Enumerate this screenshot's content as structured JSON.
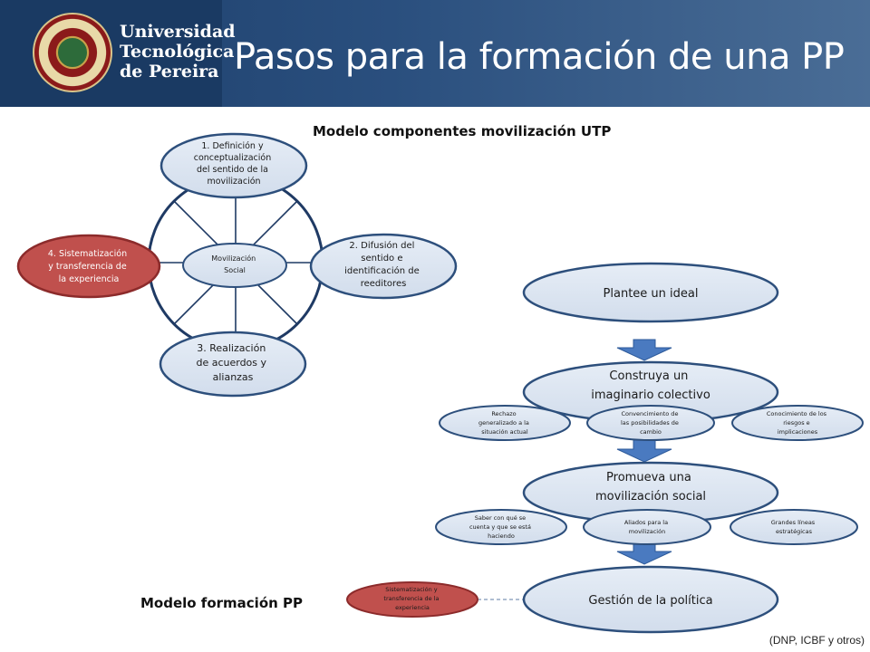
{
  "header": {
    "logo": {
      "line1": "Universidad",
      "line2": "Tecnológica",
      "line3": "de Pereira"
    },
    "title": "Pasos para la formación de una PP"
  },
  "diagram": {
    "top_title": "Modelo componentes movilización UTP",
    "bottom_title": "Modelo formación PP",
    "wheel": {
      "center": [
        "Movilización",
        "Social"
      ],
      "step1": [
        "1. Definición y",
        "conceptualización",
        "del sentido de la",
        "movilización"
      ],
      "step2": [
        "2. Difusión del",
        "sentido e",
        "identificación de",
        "reeditores"
      ],
      "step3": [
        "3. Realización",
        "de acuerdos y",
        "alianzas"
      ],
      "step4": [
        "4. Sistematización",
        "y transferencia de",
        "la experiencia"
      ]
    },
    "flow": {
      "ideal": [
        "Plantee un ideal"
      ],
      "imaginario": [
        "Construya un",
        "imaginario colectivo"
      ],
      "movilizacion": [
        "Promueva una",
        "movilización social"
      ],
      "gestion": [
        "Gestión de la política"
      ],
      "rechazo": [
        "Rechazo",
        "generalizado a la",
        "situación actual"
      ],
      "convencimiento": [
        "Convencimiento de",
        "las posibilidades de",
        "cambio"
      ],
      "conocimiento": [
        "Conocimiento de los",
        "riesgos e",
        "implicaciones"
      ],
      "saber": [
        "Saber con qué se",
        "cuenta y que se está",
        "haciendo"
      ],
      "aliados": [
        "Aliados para la",
        "movilización"
      ],
      "grandes": [
        "Grandes líneas",
        "estratégicas"
      ],
      "sistematizacion": [
        "Sistematización y",
        "transferencia de la",
        "experiencia"
      ]
    },
    "colors": {
      "node_fill": "#dde6f2",
      "node_stroke": "#2d4f7c",
      "accent_fill": "#c0504d",
      "accent_stroke": "#8c2b2b",
      "arrow_fill": "#4a7ac0"
    }
  },
  "credit": "(DNP, ICBF y otros)"
}
